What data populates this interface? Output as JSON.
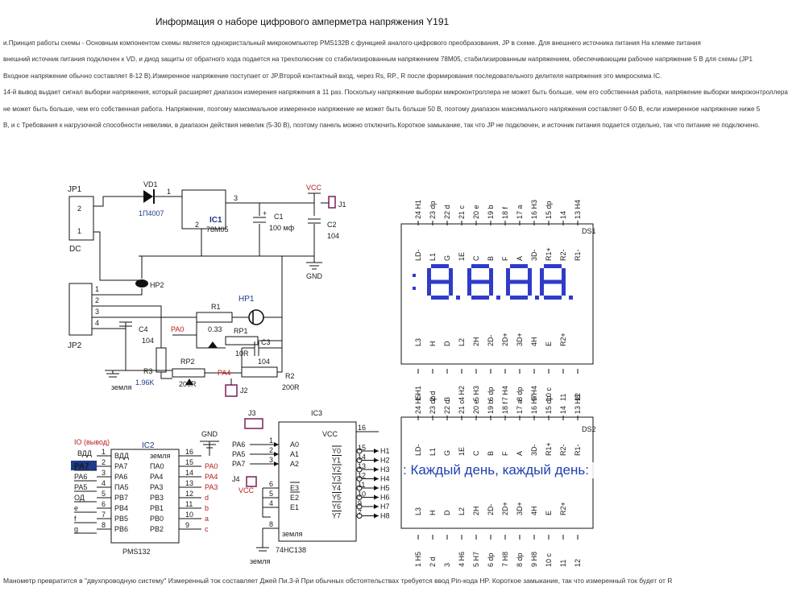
{
  "title": "Информация о наборе цифрового амперметра напряжения Y191",
  "intro_lines": [
    "и.Принцип работы схемы - Основным компонентом схемы является однокристальный микрокомпьютер PMS132B с функцией аналого-цифрового преобразования, JP в схеме. Для внешнего источника питания На клемме питания",
    "внешний источник питания подключен к VD, и диод защиты от обратного хода подается на трехполюсник со стабилизированным напряжением 78M05, стабилизированным напряжением, обеспечивающим рабочее напряжение 5 В для схемы (JP1",
    "Входное напряжение обычно составляет 8-12 В).Измеренное напряжение поступает от JP.Второй контактный вход, через Rs, RP., R после формирования последовательного делителя напряжения это микросхема IC.",
    "14-й вывод выдает сигнал выборки напряжения, который расширяет диапазон измерения напряжения в 11 раз. Поскольку напряжение выборки микроконтроллера не может быть больше, чем его собственная работа, напряжение выборки микроконтроллера",
    "не может быть больше, чем его собственная работа. Напряжение, поэтому максимальное измеренное напряжение не может быть больше 50 В, поэтому диапазон максимального напряжения составляет 0-50 В, если измеренное напряжение ниже 5",
    "В, и с Требования к нагрузочной способности невелики, в диапазон действия невелик (5-30 В), поэтому панель можно отключить.Короткое замыкание, так что JP не подключен, и источник питания подается отдельно, так что питание не подключено."
  ],
  "footer": "Манометр превратится в \"двухпроводную систему\" Измеренный ток составляет Джей Пи.3-й  При обычных обстоятельствах требуется ввод Pin-кода HP. Короткое замыкание, так что измеренный ток будет от R",
  "overlay_text": ": Каждый день, каждый день:",
  "colors": {
    "wire": "#111111",
    "segment": "#2f3cc8",
    "accent_blue": "#1e3a8a",
    "accent_red": "#b91c1c",
    "pin_box": "#7a1f5a"
  },
  "power": {
    "jp1": "JP1",
    "jp1_pins": [
      "2",
      "1"
    ],
    "dc": "DC",
    "vd1": "VD1",
    "vd1_part": "1П4007",
    "ic1": "IC1",
    "ic1_part": "78M05",
    "ic1_pins": [
      "1",
      "3",
      "2"
    ],
    "c1": "C1",
    "c1_value": "100 мф",
    "c1_plus": "+",
    "c2": "C2",
    "c2_value": "104",
    "vcc": "VCC",
    "gnd": "GND",
    "j1": "J1"
  },
  "input": {
    "jp2": "JP2",
    "jp2_pins": [
      "1",
      "2",
      "3",
      "4"
    ],
    "hp2": "HP2",
    "hp1": "HP1",
    "r1": "R1",
    "r1_value": "0.33",
    "rp1": "RP1",
    "rp1_value": "10R",
    "c3": "C3",
    "c3_value": "104",
    "c4": "C4",
    "c4_value": "104",
    "pa0": "PA0",
    "pa4": "PA4",
    "r3": "R3",
    "r3_value": "1.96K",
    "rp2": "RP2",
    "rp2_value": "200R",
    "r2": "R2",
    "r2_value": "200R",
    "j2": "J2",
    "ground": "земля"
  },
  "ic2": {
    "name": "IC2",
    "part": "PMS132",
    "tag": "IO (вывод)",
    "vdd": "ВДД",
    "ground": "земля",
    "gnd": "GND",
    "left_ext": [
      "PA7",
      "PA6",
      "PA5",
      "ОД",
      "e",
      "f",
      "g"
    ],
    "left_int": [
      "ВДД",
      "PA7",
      "PA6",
      "ПА5",
      "PB7",
      "PB4",
      "PB5",
      "PB6"
    ],
    "left_pins": [
      "1",
      "2",
      "3",
      "4",
      "5",
      "6",
      "7",
      "8"
    ],
    "right_int": [
      "земля",
      "ПА0",
      "PA4",
      "PA3",
      "PB3",
      "PB1",
      "PB0",
      "PB2"
    ],
    "right_pins": [
      "16",
      "15",
      "14",
      "13",
      "12",
      "11",
      "10",
      "9"
    ],
    "right_ext": [
      "",
      "PA0",
      "PA4",
      "PA3",
      "d",
      "b",
      "a",
      "c"
    ]
  },
  "ic3": {
    "name": "IC3",
    "part": "74HC138",
    "ground": "земля",
    "vcc": "VCC",
    "j3": "J3",
    "j4": "J4",
    "inputs_ext": [
      "PA6",
      "PA5",
      "PA7"
    ],
    "inputs": [
      "A0",
      "A1",
      "A2"
    ],
    "input_pins": [
      "1",
      "2",
      "3"
    ],
    "enables": [
      "E3",
      "E2",
      "E1"
    ],
    "enable_pins": [
      "6",
      "5",
      "4"
    ],
    "gnd_pin": "8",
    "vcc_pin": "16",
    "outputs": [
      "Y0",
      "Y1",
      "Y2",
      "Y3",
      "Y4",
      "Y5",
      "Y6",
      "Y7"
    ],
    "output_pins": [
      "15",
      "14",
      "13",
      "12",
      "11",
      "10",
      "9",
      "7"
    ],
    "output_nets": [
      "H1",
      "H2",
      "H3",
      "H4",
      "H5",
      "H6",
      "H7",
      "H8"
    ]
  },
  "ds1": {
    "name": "DS1",
    "top_pins": [
      "24 H1",
      "23 dp",
      "22 d",
      "21 c",
      "20 e",
      "19 b",
      "18 f",
      "17 a",
      "16 H3",
      "15 dp",
      "14",
      "13 H4"
    ],
    "top_labels": [
      "LD-",
      "L1",
      "G",
      "1E",
      "C",
      "B",
      "F",
      "A",
      "3D-",
      "R1+",
      "R2-",
      "R1-"
    ],
    "bottom_labels": [
      "L3",
      "H",
      "D",
      "L2",
      "2H",
      "2D-",
      "2D+",
      "3D+",
      "4H",
      "E",
      "R2+"
    ],
    "bottom_pins": [
      "1 H1",
      "2 d",
      "3",
      "4 H2",
      "5 H3",
      "6 dp",
      "7 H4",
      "8 dp",
      "9 H4",
      "10 c",
      "11",
      "12"
    ]
  },
  "ds2": {
    "name": "DS2",
    "top_pins": [
      "24 H5",
      "23 dp",
      "22 d",
      "21 c",
      "20 e",
      "19 b",
      "18 f",
      "17 a",
      "16 H7",
      "15 dp",
      "14",
      "13 H8"
    ],
    "top_labels": [
      "LD-",
      "L1",
      "G",
      "1E",
      "C",
      "B",
      "F",
      "A",
      "3D-",
      "R1+",
      "R2-",
      "R1-"
    ],
    "bottom_labels": [
      "L3",
      "H",
      "D",
      "L2",
      "2H",
      "2D-",
      "2D+",
      "3D+",
      "4H",
      "E",
      "R2+"
    ],
    "bottom_pins": [
      "1 H5",
      "2 d",
      "3",
      "4 H6",
      "5 H7",
      "6 dp",
      "7 H8",
      "8 dp",
      "9 H8",
      "10 c",
      "11",
      "12"
    ]
  }
}
